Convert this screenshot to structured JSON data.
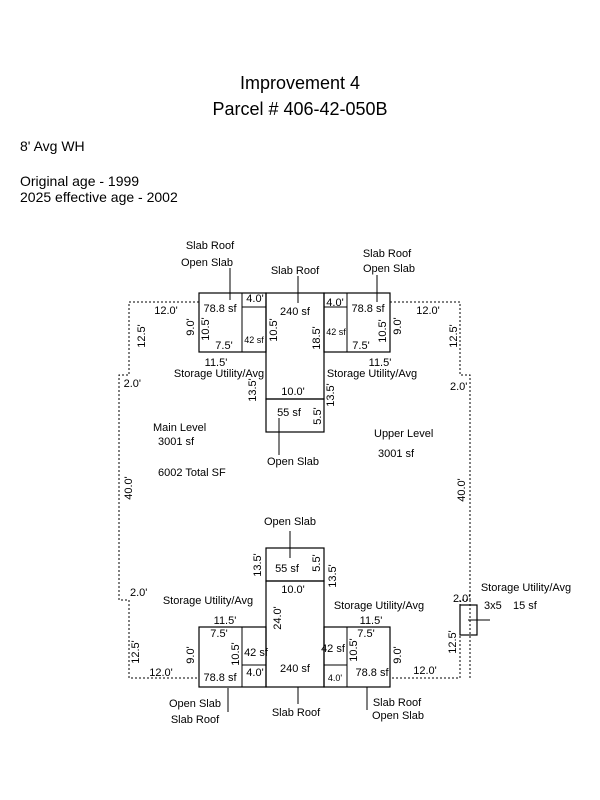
{
  "title": {
    "line1": "Improvement 4",
    "line2": "Parcel # 406-42-050B"
  },
  "info": {
    "wall_height": "8' Avg WH",
    "original_age": "Original age - 1999",
    "effective_age": "2025 effective age - 2002"
  },
  "labels": {
    "slab_roof": "Slab Roof",
    "open_slab": "Open Slab",
    "storage_utility": "Storage Utility/Avg",
    "main_level": "Main Level",
    "main_level_sf": "3001 sf",
    "upper_level": "Upper Level",
    "upper_level_sf": "3001 sf",
    "total_sf": "6002 Total SF",
    "storage_small": "3x5",
    "storage_small_sf": "15 sf"
  },
  "areas": {
    "slab_roof_sf": "78.8 sf",
    "center_sf": "240 sf",
    "open_slab_sf": "55 sf",
    "storage_sf": "42 sf"
  },
  "dims": {
    "d12_0": "12.0'",
    "d12_5": "12.5'",
    "d2_0": "2.0'",
    "d40_0": "40.0'",
    "d4_0": "4.0'",
    "d9_0": "9.0'",
    "d10_5": "10.5'",
    "d7_5": "7.5'",
    "d11_5": "11.5'",
    "d18_5": "18.5'",
    "d24_0": "24.0'",
    "d13_5": "13.5'",
    "d10_0": "10.0'",
    "d5_5": "5.5'",
    "d4_0b": "4.0'"
  }
}
